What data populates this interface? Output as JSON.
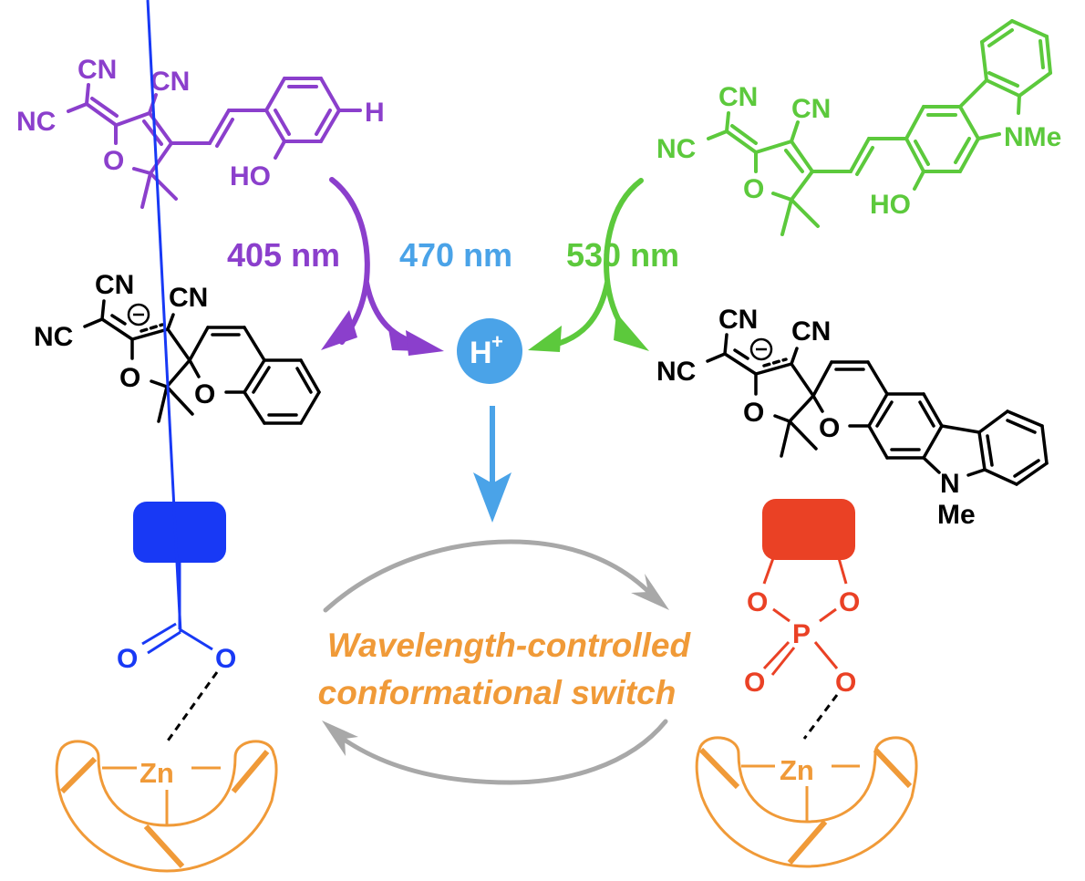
{
  "colors": {
    "violet": "#8b3fcc",
    "green": "#5cc93c",
    "blue_light": "#4aa3e8",
    "black": "#000000",
    "blue_dark": "#1839f5",
    "red": "#ea4125",
    "orange": "#f09a38",
    "gray": "#a8a8a8"
  },
  "molecules": {
    "violet_open": {
      "cn_top": "CN",
      "cn_right": "CN",
      "nc": "NC",
      "o_ring": "O",
      "ho": "HO",
      "substituent": "H"
    },
    "green_open": {
      "cn_top": "CN",
      "cn_right": "CN",
      "nc": "NC",
      "o_ring": "O",
      "ho": "HO",
      "nme": "NMe"
    },
    "black_closed_left": {
      "cn_top": "CN",
      "cn_right": "CN",
      "nc": "NC",
      "o_ring": "O",
      "o_pyran": "O",
      "charge": "−"
    },
    "black_closed_right": {
      "cn_top": "CN",
      "cn_right": "CN",
      "nc": "NC",
      "o_ring": "O",
      "o_pyran": "O",
      "charge": "−",
      "n": "N",
      "me": "Me"
    }
  },
  "wavelengths": {
    "violet": "405 nm",
    "blue": "470 nm",
    "green": "530 nm"
  },
  "proton": {
    "label": "H",
    "charge": "+"
  },
  "caption": {
    "line1": "Wavelength-controlled",
    "line2": "conformational switch"
  },
  "carboxylate": {
    "o_left": "O",
    "o_right": "O"
  },
  "phosphate": {
    "o1": "O",
    "o2": "O",
    "p": "P",
    "o3": "O",
    "o4": "O"
  },
  "zinc_left": {
    "label": "Zn"
  },
  "zinc_right": {
    "label": "Zn"
  }
}
